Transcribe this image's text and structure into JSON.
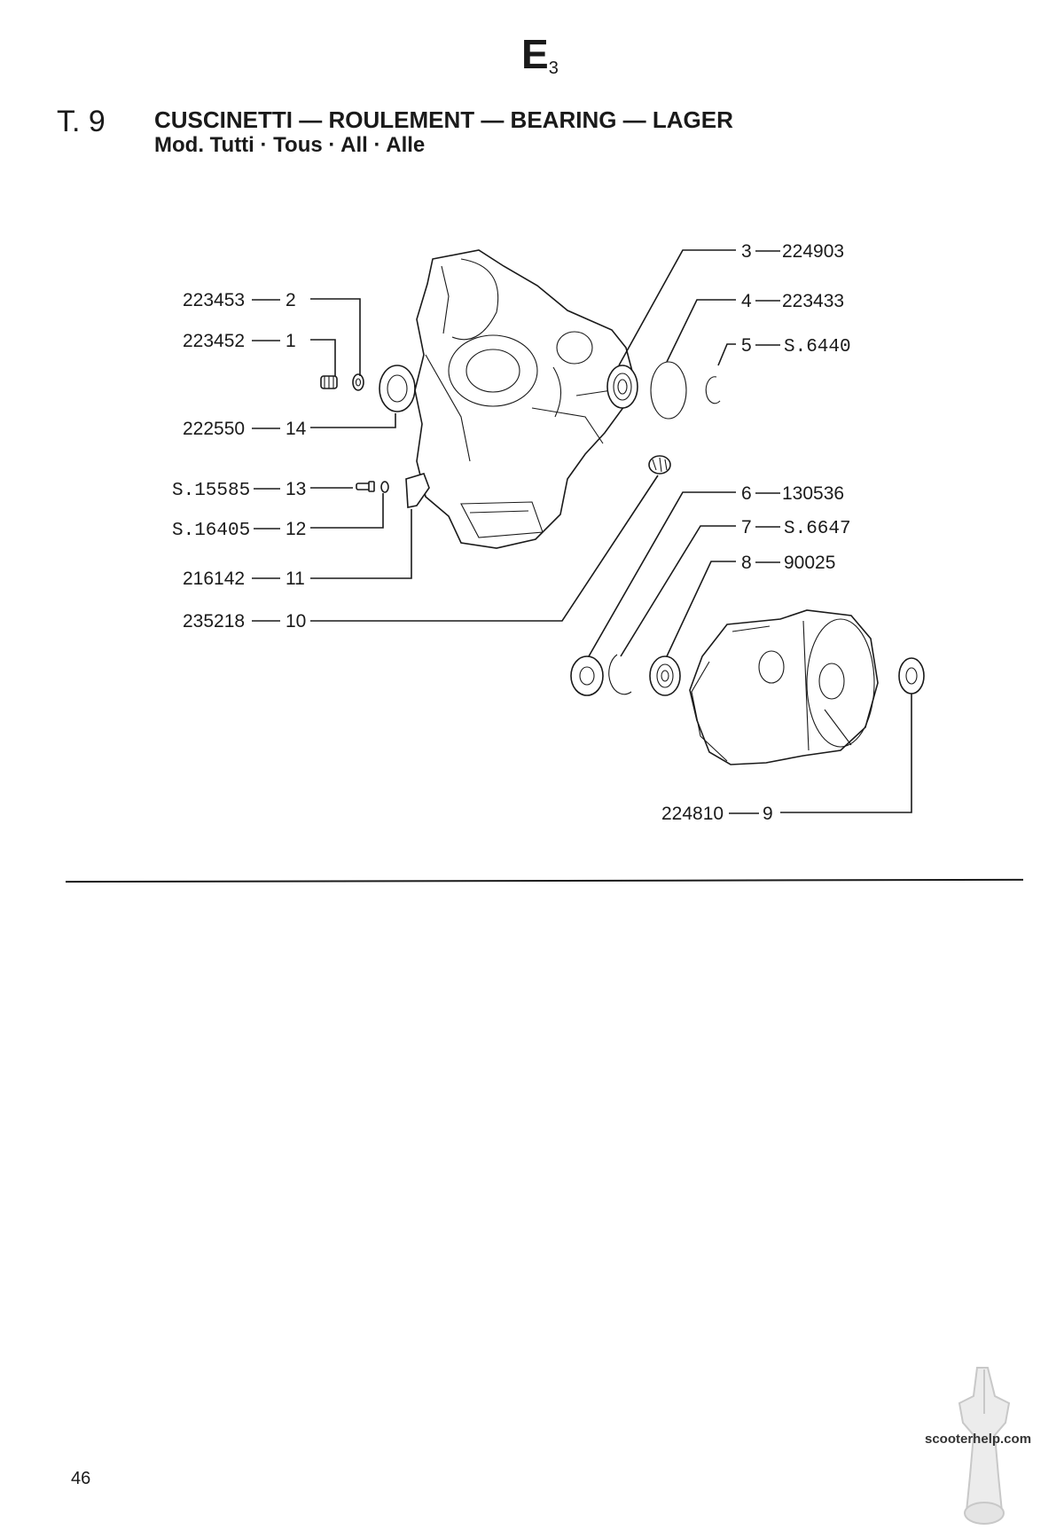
{
  "header": {
    "section_letter": "E",
    "section_index": "3",
    "table_number": "T. 9",
    "title": "CUSCINETTI — ROULEMENT — BEARING — LAGER",
    "subtitle": "Mod. Tutti · Tous · All · Alle"
  },
  "callouts": [
    {
      "part_no": "223453",
      "ref": "2"
    },
    {
      "part_no": "223452",
      "ref": "1"
    },
    {
      "part_no": "222550",
      "ref": "14"
    },
    {
      "part_no": "S.15585",
      "ref": "13"
    },
    {
      "part_no": "S.16405",
      "ref": "12"
    },
    {
      "part_no": "216142",
      "ref": "11"
    },
    {
      "part_no": "235218",
      "ref": "10"
    },
    {
      "part_no": "224903",
      "ref": "3"
    },
    {
      "part_no": "223433",
      "ref": "4"
    },
    {
      "part_no": "S.6440",
      "ref": "5"
    },
    {
      "part_no": "130536",
      "ref": "6"
    },
    {
      "part_no": "S.6647",
      "ref": "7"
    },
    {
      "part_no": "90025",
      "ref": "8"
    },
    {
      "part_no": "224810",
      "ref": "9"
    }
  ],
  "footer": {
    "page_number": "46",
    "watermark": "scooterhelp.com"
  }
}
